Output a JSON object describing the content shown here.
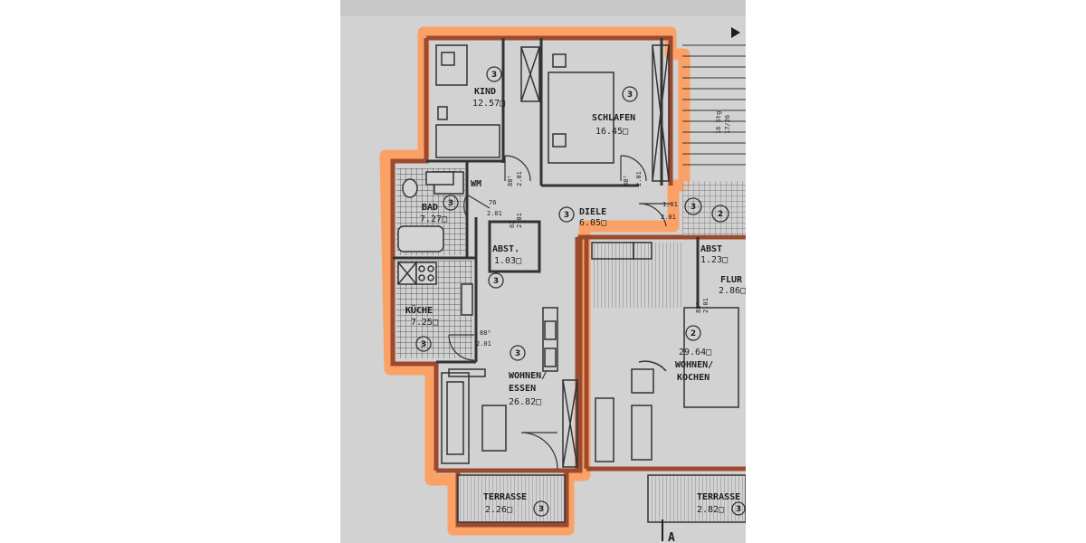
{
  "rooms": {
    "kind": {
      "name": "KIND",
      "area": "12.57□",
      "unit": "3"
    },
    "schlafen": {
      "name": "SCHLAFEN",
      "area": "16.45□",
      "unit": "3"
    },
    "bad": {
      "name": "BAD",
      "area": "7.27□"
    },
    "diele": {
      "name": "DIELE",
      "area": "6.05□",
      "unit": "3"
    },
    "abst_left": {
      "name": "ABST.",
      "area": "1.03□"
    },
    "kueche": {
      "name": "KÜCHE",
      "area": "7.25□",
      "unit": "3"
    },
    "wohnen_essen": {
      "name1": "WOHNEN/",
      "name2": "ESSEN",
      "area": "26.82□",
      "unit": "3"
    },
    "terrasse_left": {
      "name": "TERRASSE",
      "area": "2.26□",
      "unit": "3"
    },
    "abst_right": {
      "name": "ABST",
      "area": "1.23□"
    },
    "flur": {
      "name": "FLUR",
      "area": "2.86□"
    },
    "wohnen_kochen": {
      "name1": "WOHNEN/",
      "name2": "KOCHEN",
      "area": "29.64□",
      "unit": "2"
    },
    "terrasse_right": {
      "name": "TERRASSE",
      "area": "2.82□",
      "unit": "3"
    }
  },
  "fixtures": {
    "wm": "WM"
  },
  "door_dims": {
    "kind_w": "88⁵",
    "kind_h": "2.01",
    "schlafen_w": "88⁵",
    "schlafen_h": "2.01",
    "bad_w": "76",
    "bad_h": "2.01",
    "abst_w": "62",
    "abst_h": "2.01",
    "kueche_w": "88⁵",
    "kueche_h": "2.01",
    "entry_w": "1.01",
    "entry_h": "2.01",
    "flur_w": "88⁵",
    "flur_h": "2.01"
  },
  "stair": {
    "label1": "16 Stg",
    "label2": "17/26"
  },
  "markers": {
    "unit3": "3",
    "unit2": "2",
    "section": "A"
  },
  "colors": {
    "outline": "#ff9b5a",
    "wall": "#9c4a2e",
    "paper": "#d4d4d4",
    "ink": "#1e1e1e"
  }
}
